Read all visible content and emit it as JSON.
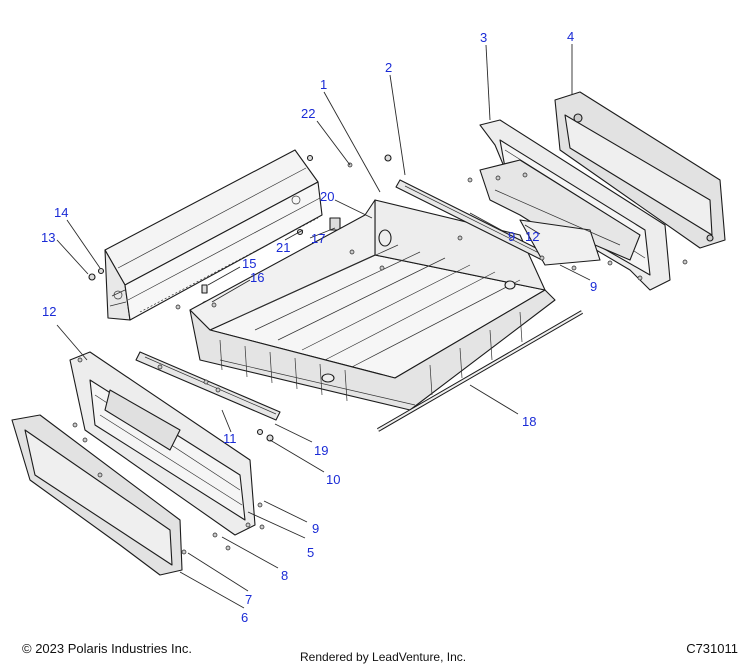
{
  "callouts": {
    "c1": "1",
    "c2": "2",
    "c3": "3",
    "c4": "4",
    "c5": "5",
    "c6": "6",
    "c7": "7",
    "c8": "8",
    "c9a": "9",
    "c9b": "9",
    "c9c": "9",
    "c10": "10",
    "c11": "11",
    "c12a": "12",
    "c12b": "12",
    "c13": "13",
    "c14": "14",
    "c15": "15",
    "c16": "16",
    "c17": "17",
    "c18": "18",
    "c19": "19",
    "c20": "20",
    "c21": "21",
    "c22": "22"
  },
  "footer": {
    "copyright": "© 2023 Polaris Industries Inc.",
    "rendered_by": "Rendered by LeadVenture, Inc.",
    "diagram_code": "C731011"
  },
  "colors": {
    "callout": "#1a2bd6",
    "line": "#1c1c1c",
    "panel_fill": "#f2f2f2",
    "shadow_fill": "#d9d9d9"
  }
}
